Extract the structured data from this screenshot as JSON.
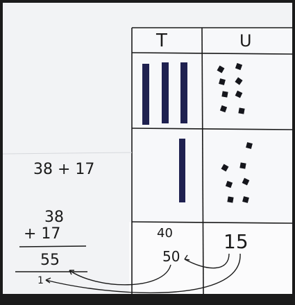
{
  "table": {
    "header_tens": "T",
    "header_units": "U"
  },
  "equation": "38 + 17",
  "column_addition": {
    "addend_1": "38",
    "addend_2": "+ 17",
    "sum": "55",
    "carry": "1"
  },
  "table_results": {
    "tens_partial": "40",
    "tens_total": "50",
    "units_total": "15"
  },
  "blocks": {
    "row1_ten_rods": 3,
    "row1_unit_cubes": 8,
    "row2_ten_rods": 1,
    "row2_unit_cubes": 7
  },
  "colors": {
    "board": "#f3f4f6",
    "ink": "#1a1a1a",
    "rod": "#1f2150",
    "cube": "#15161c"
  }
}
